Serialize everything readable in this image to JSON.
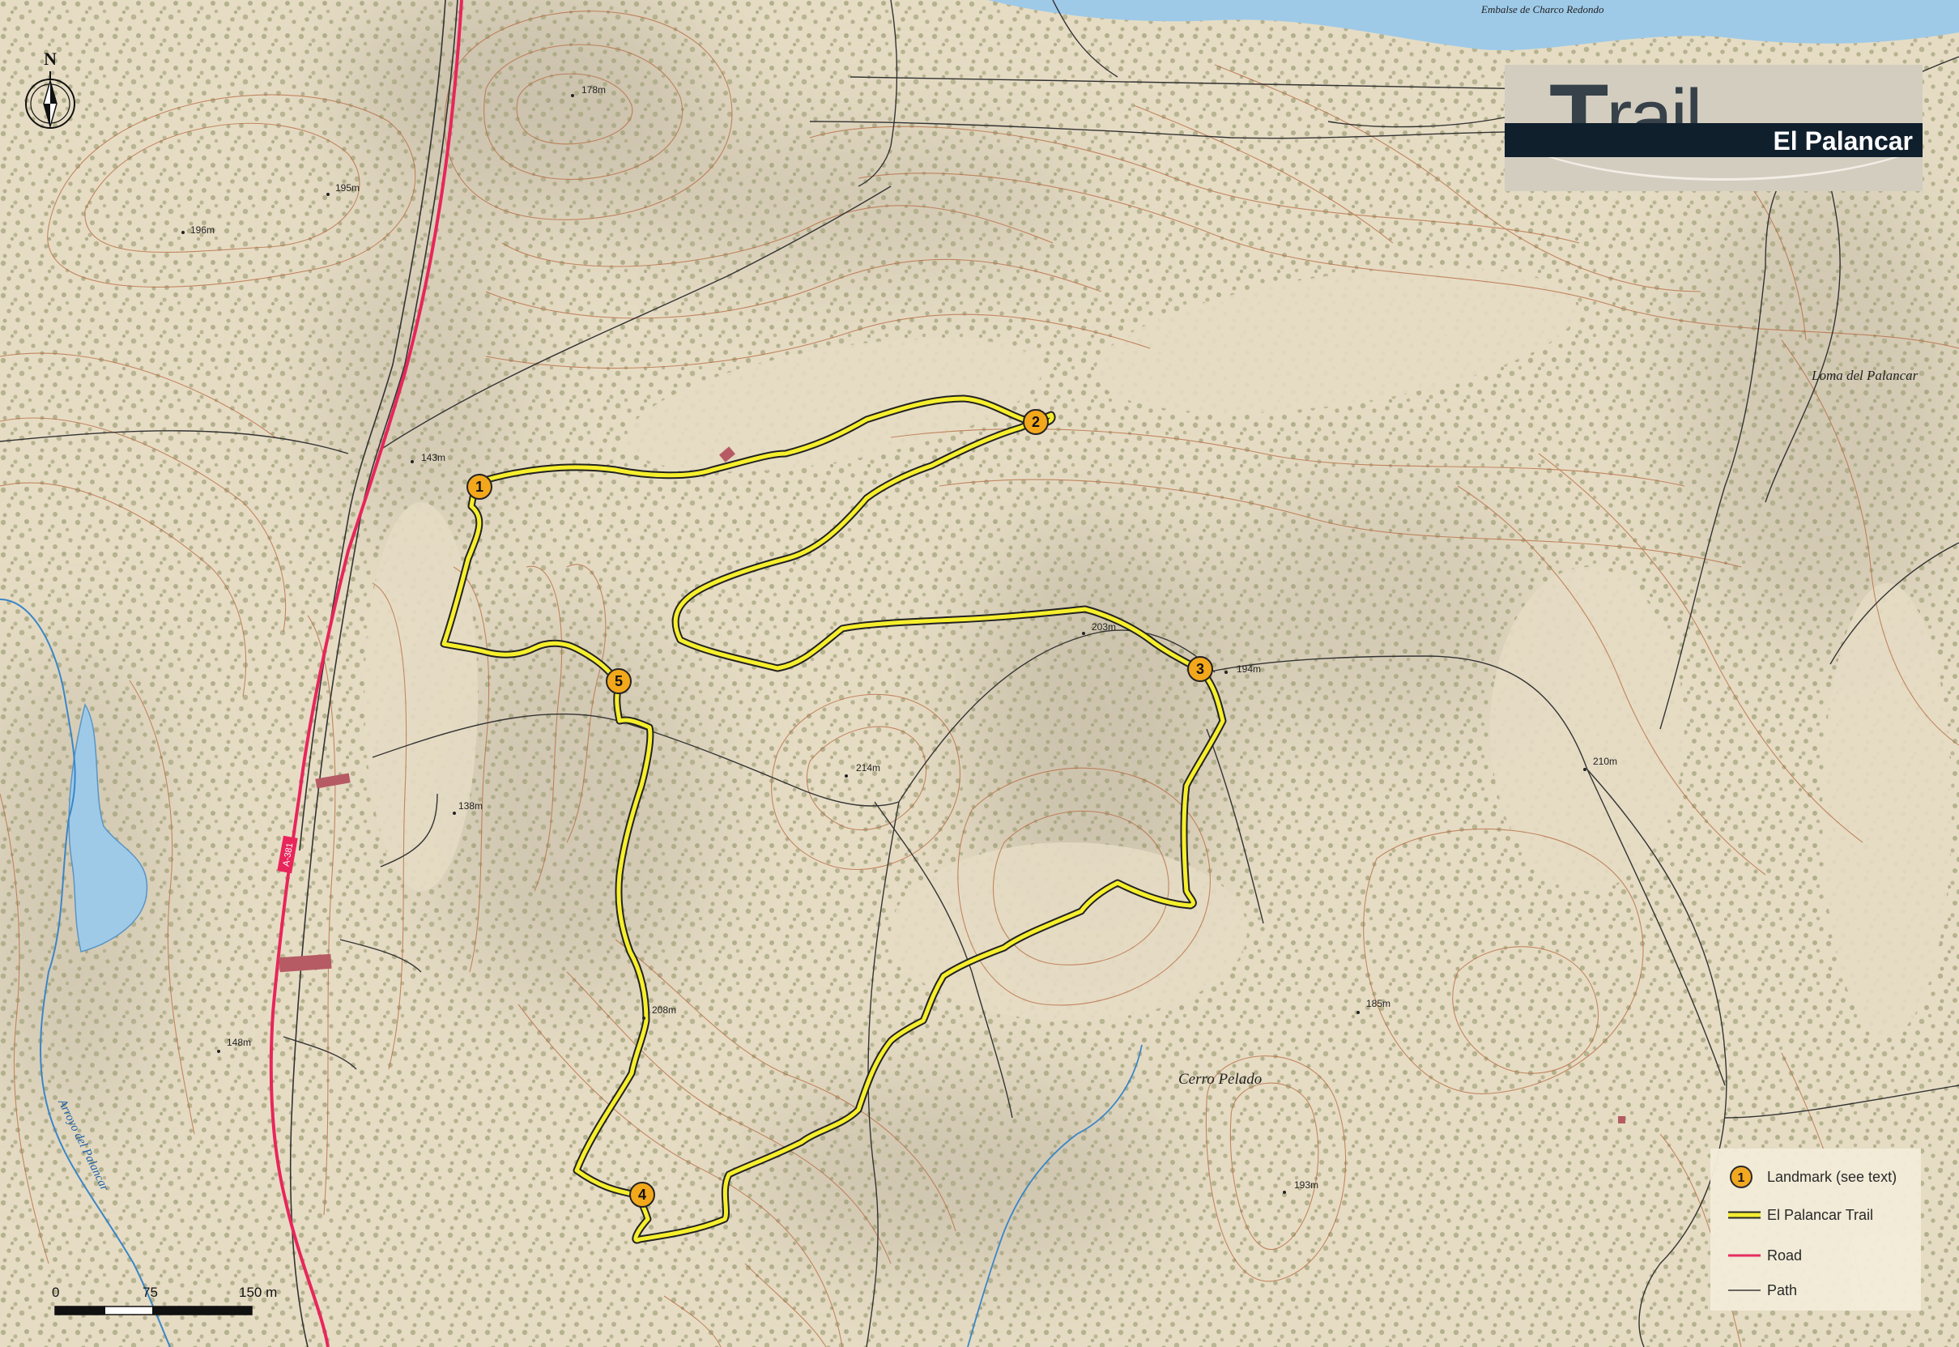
{
  "title": {
    "logo_text": "rail",
    "logo_initial": "T",
    "trail_name": "El Palancar"
  },
  "compass": {
    "label": "N",
    "icon": "north-arrow-icon"
  },
  "place_names": {
    "reservoir": "Embalse de Charco Redondo",
    "loma": "Loma del Palancar",
    "cerro": "Cerro Pelado",
    "arroyo": "Arroyo del Palancar"
  },
  "road_label": "A-381",
  "elevations": [
    "178m",
    "195m",
    "196m",
    "143m",
    "138m",
    "148m",
    "214m",
    "203m",
    "194m",
    "210m",
    "208m",
    "185m",
    "193m"
  ],
  "landmarks": [
    "1",
    "2",
    "3",
    "4",
    "5"
  ],
  "scale_bar": {
    "labels": [
      "0",
      "75",
      "150 m"
    ]
  },
  "legend": {
    "items": [
      {
        "label": "Landmark (see text)",
        "symbol": "landmark-marker"
      },
      {
        "label": "El Palancar Trail",
        "symbol": "trail-line"
      },
      {
        "label": "Road",
        "symbol": "road-line"
      },
      {
        "label": "Path",
        "symbol": "path-line"
      }
    ]
  },
  "colors": {
    "terrain": "#e6dcc4",
    "shade": "#b7ae9b",
    "vegetation": "#a2a27a",
    "contour": "#b5693f",
    "road": "#e8265b",
    "trail": "#f6ef2c",
    "trail_casing": "#222222",
    "water": "#9ecae8",
    "path": "#333333",
    "marker": "#f3a71b",
    "building": "#b65b63"
  }
}
